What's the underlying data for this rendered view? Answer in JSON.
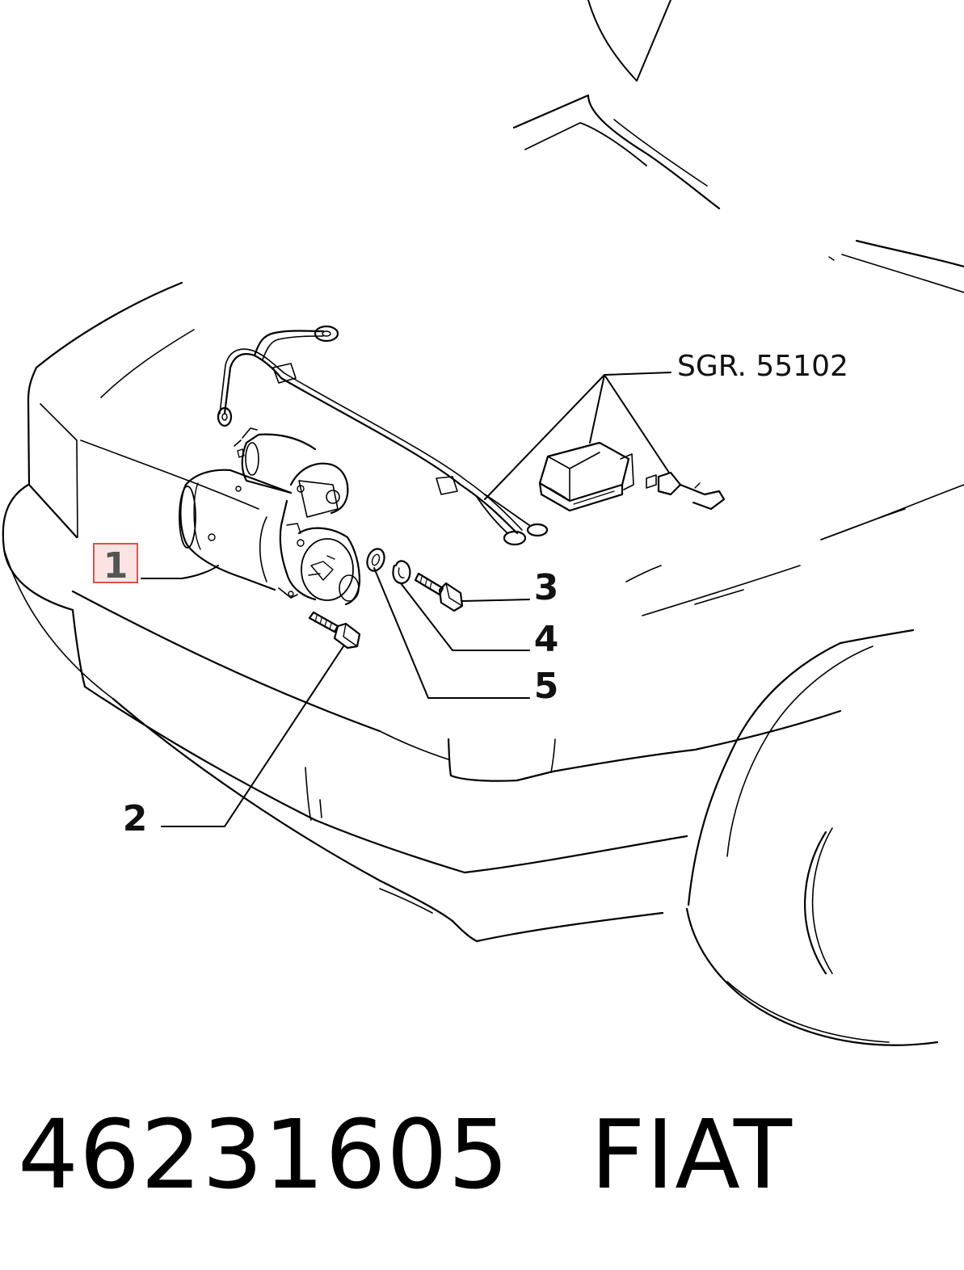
{
  "callouts": {
    "c1": "1",
    "c2": "2",
    "c3": "3",
    "c4": "4",
    "c5": "5"
  },
  "reference_label": "SGR. 55102",
  "footer": {
    "part_number": "46231605",
    "brand": "FIAT"
  },
  "colors": {
    "line": "#000000",
    "highlight_border": "#d9534f",
    "highlight_fill": "#fbe3e3",
    "callout_text": "#111111"
  }
}
